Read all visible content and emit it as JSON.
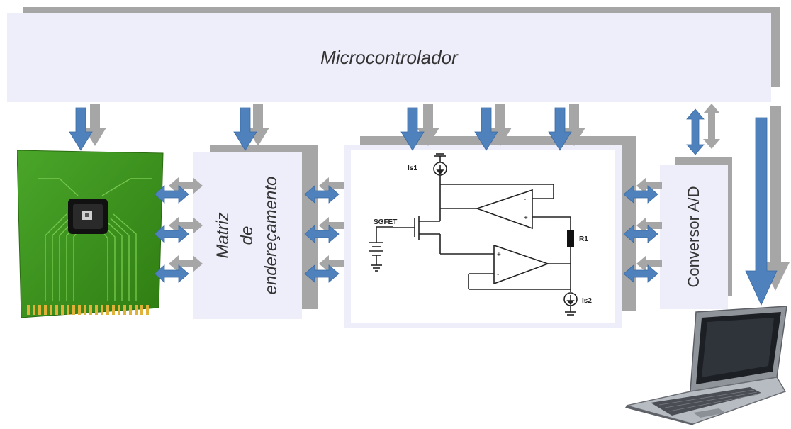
{
  "microcontroller": {
    "label": "Microcontrolador"
  },
  "address_matrix": {
    "line1": "Matriz",
    "line2": "de",
    "line3": "endereçamento"
  },
  "adc": {
    "label": "Conversor A/D"
  },
  "circuit": {
    "is1_label": "Is1",
    "is2_label": "Is2",
    "sgfet_label": "SGFET",
    "r1_label": "R1",
    "plus_sign": "+",
    "minus_sign": "-"
  },
  "colors": {
    "arrow_blue": "#4f81bd",
    "shadow_gray": "#a6a6a6",
    "panel_lavender": "#eeeefa",
    "pcb_green": "#3f9c1c"
  }
}
